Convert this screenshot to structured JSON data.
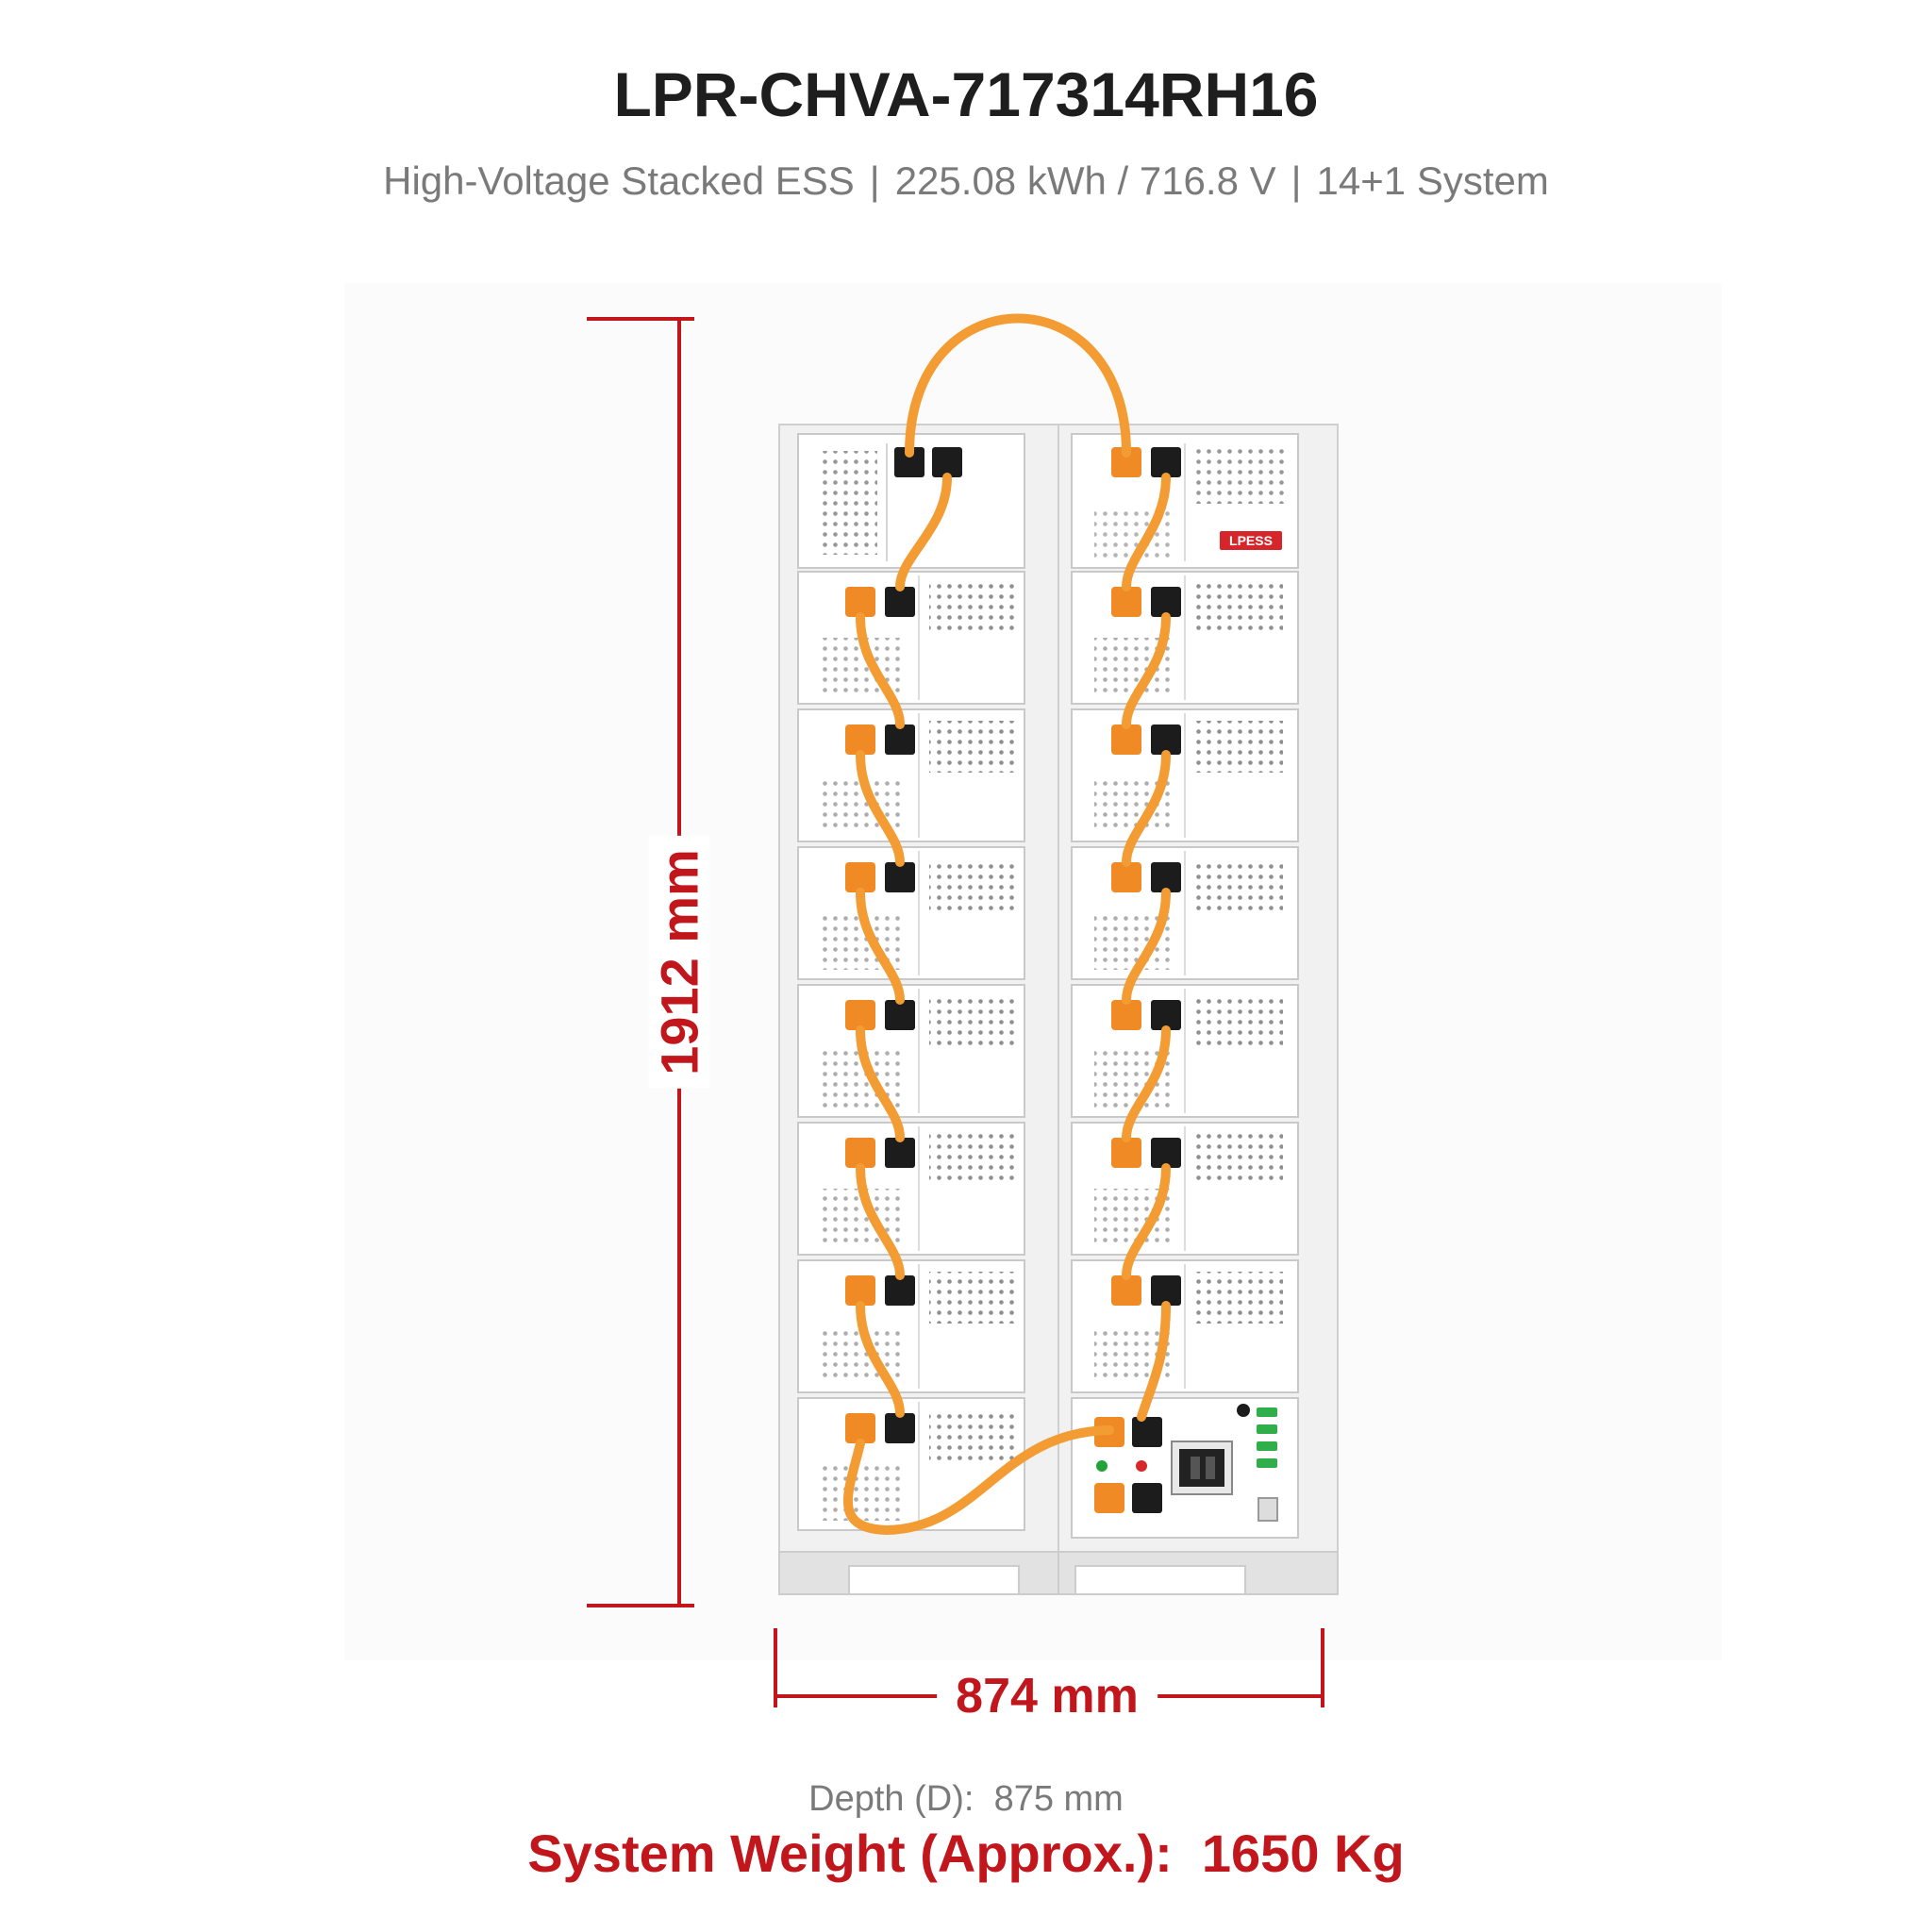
{
  "header": {
    "model": "LPR-CHVA-717314RH16",
    "spec_type": "High-Voltage Stacked ESS",
    "spec_energy": "225.08 kWh / 716.8 V",
    "spec_config": "14+1 System",
    "separator": "|"
  },
  "product": {
    "brand_logo": "LPESS",
    "left_stack_modules": 8,
    "right_stack_modules": 7,
    "cable_color": "#f39c34",
    "dimension_color": "#c0161c"
  },
  "dimensions": {
    "height": "1912 mm",
    "width": "874 mm",
    "depth_label": "Depth (D):",
    "depth_value": "875 mm"
  },
  "footer": {
    "weight_label": "System Weight (Approx.):",
    "weight_value": "1650 Kg"
  }
}
